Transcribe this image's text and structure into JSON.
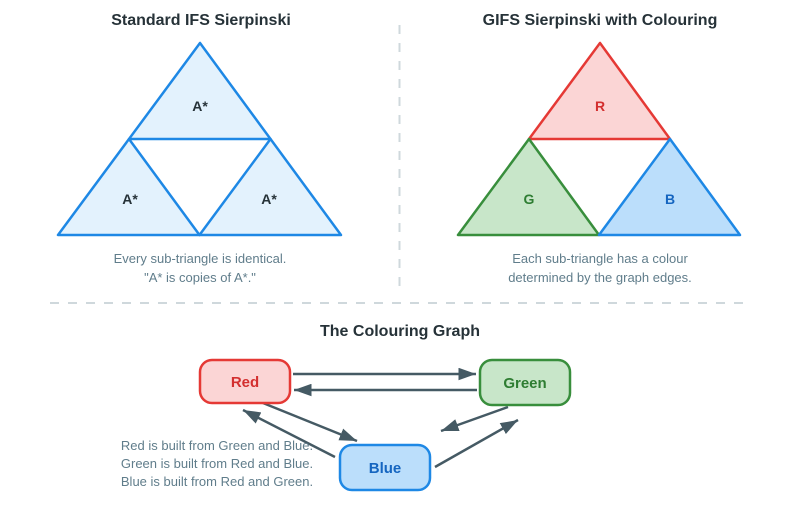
{
  "panels": {
    "left": {
      "title": "Standard IFS Sierpinski",
      "triangle_labels": {
        "top": "A*",
        "bottom_left": "A*",
        "bottom_right": "A*"
      },
      "caption_line1": "Every sub-triangle is identical.",
      "caption_line2": "\"A* is copies of A*.\""
    },
    "right": {
      "title": "GIFS Sierpinski with Colouring",
      "triangle_labels": {
        "top": "R",
        "bottom_left": "G",
        "bottom_right": "B"
      },
      "caption_line1": "Each sub-triangle has a colour",
      "caption_line2": "determined by the graph edges."
    },
    "graph": {
      "title": "The Colouring Graph",
      "nodes": [
        {
          "id": "red",
          "label": "Red"
        },
        {
          "id": "green",
          "label": "Green"
        },
        {
          "id": "blue",
          "label": "Blue"
        }
      ],
      "edges": [
        {
          "from": "Red",
          "to": "Green"
        },
        {
          "from": "Green",
          "to": "Red"
        },
        {
          "from": "Red",
          "to": "Blue"
        },
        {
          "from": "Blue",
          "to": "Red"
        },
        {
          "from": "Green",
          "to": "Blue"
        },
        {
          "from": "Blue",
          "to": "Green"
        }
      ],
      "note_line1": "Red is built from Green and Blue.",
      "note_line2": "Green is built from Red and Blue.",
      "note_line3": "Blue is built from Red and Green."
    }
  },
  "colors": {
    "title_text": "#263238",
    "caption_text": "#607D8B",
    "divider": "#CFD8DC",
    "arrow": "#455A64",
    "ifs_fill": "#E3F2FD",
    "blue_stroke": "#1E88E5",
    "red_fill": "#FBD5D5",
    "red_stroke": "#E53935",
    "red_text": "#D32F2F",
    "green_fill": "#C8E6C9",
    "green_stroke": "#388E3C",
    "green_text": "#2E7D32",
    "blue_fill": "#BBDEFB",
    "blue_text": "#1565C0"
  }
}
